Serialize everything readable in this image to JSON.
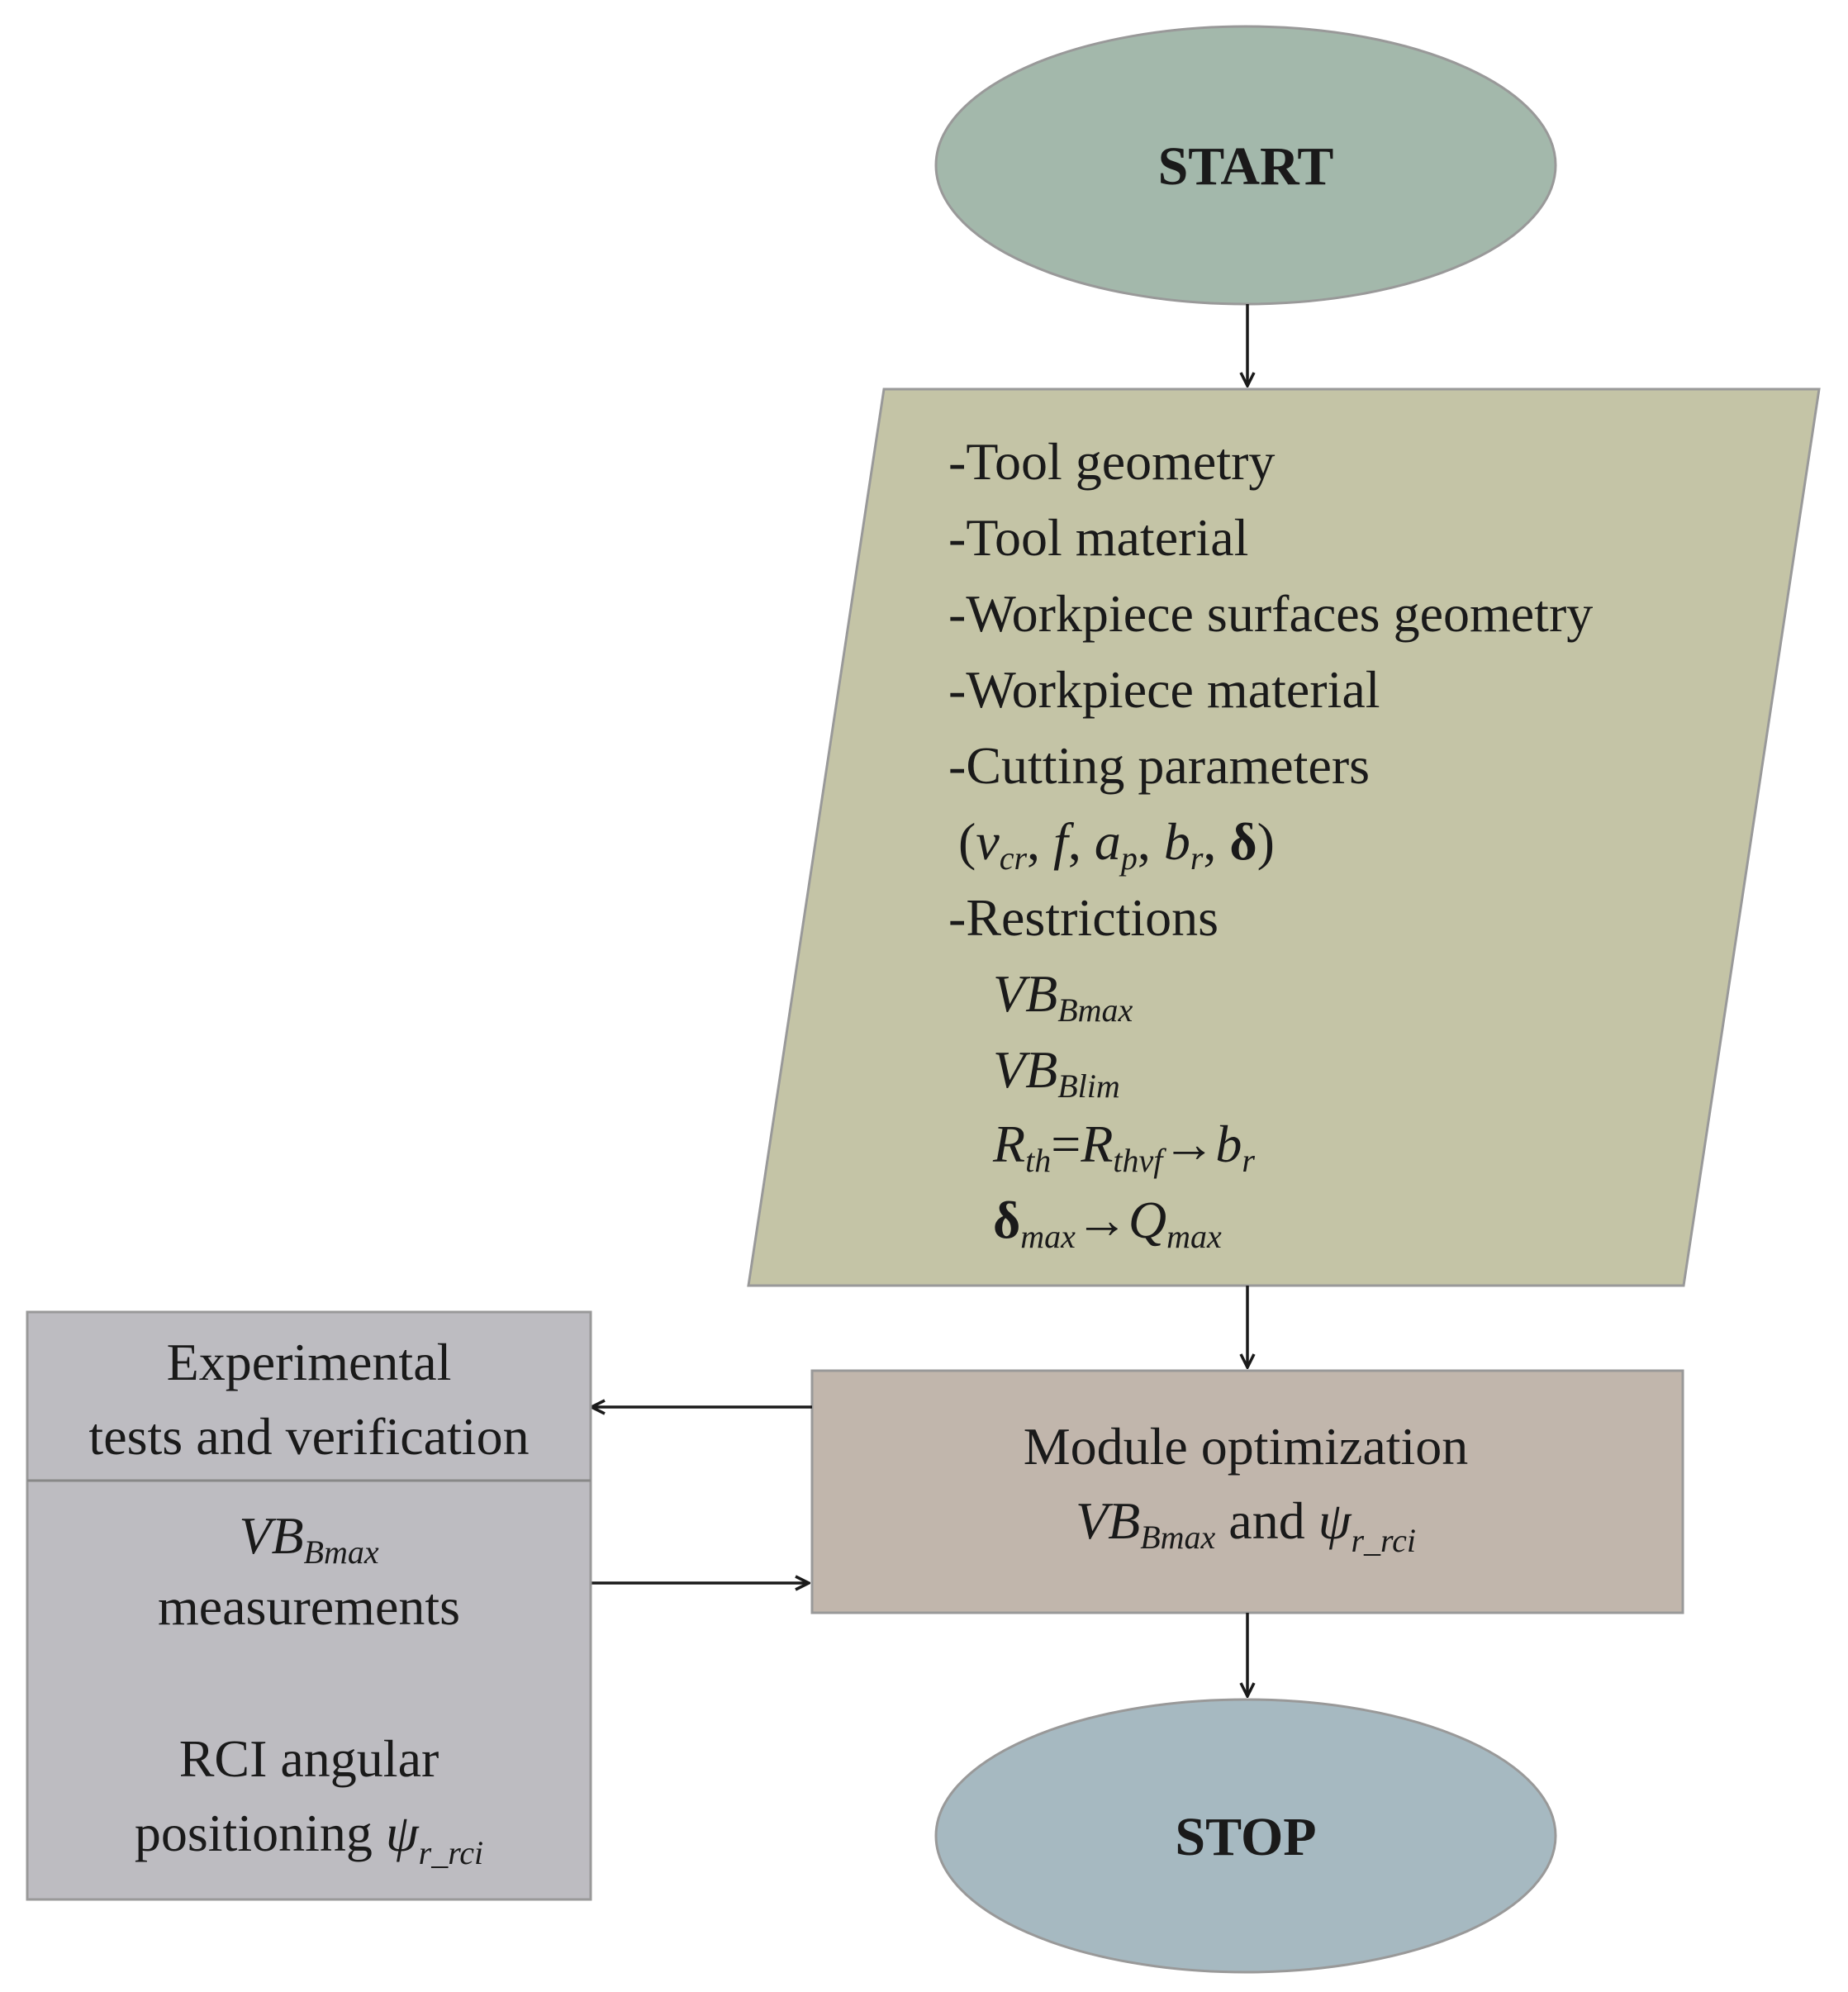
{
  "terminals": {
    "start": "START",
    "stop": "STOP"
  },
  "input_box": {
    "items": [
      "-Tool geometry",
      "-Tool material",
      "-Workpiece surfaces geometry",
      "-Workpiece material",
      "-Cutting parameters"
    ],
    "cutting_params": {
      "open": "(",
      "v": "v",
      "v_sub": "cr",
      "f": "f",
      "a": "a",
      "a_sub": "p",
      "b": "b",
      "b_sub": "r",
      "delta": "δ",
      "sep": ", ",
      "close": ")"
    },
    "restrictions_label": "-Restrictions",
    "restrictions": {
      "vb_bmax": {
        "main": "VB",
        "sub": "Bmax"
      },
      "vb_blim": {
        "main": "VB",
        "sub": "Blim"
      },
      "rth": {
        "r1": "R",
        "r1_sub": "th",
        "eq": "=",
        "r2": "R",
        "r2_sub": "thvf",
        "arrow": "→",
        "b": "b",
        "b_sub": "r"
      },
      "delta": {
        "delta": "δ",
        "delta_sub": "max",
        "arrow": "→",
        "q": "Q",
        "q_sub": "max"
      }
    }
  },
  "module_box": {
    "title": "Module optimization",
    "vb": "VB",
    "vb_sub": "Bmax",
    "and": " and ",
    "psi": "ψ",
    "psi_sub": "r_rci"
  },
  "experimental_box": {
    "header_line1": "Experimental",
    "header_line2": "tests and verification",
    "vb": "VB",
    "vb_sub": "Bmax",
    "measurements": "measurements",
    "rci_line1": "RCI angular",
    "rci_line2": "positioning ",
    "psi": "ψ",
    "psi_sub": "r_rci"
  },
  "colors": {
    "start_fill": "#a3b8ab",
    "input_fill": "#c4c4a6",
    "module_fill": "#c1b6ac",
    "experimental_fill": "#bdbcc1",
    "stop_fill": "#a6b9c1",
    "border": "#999999",
    "arrow": "#1a1a1a"
  }
}
